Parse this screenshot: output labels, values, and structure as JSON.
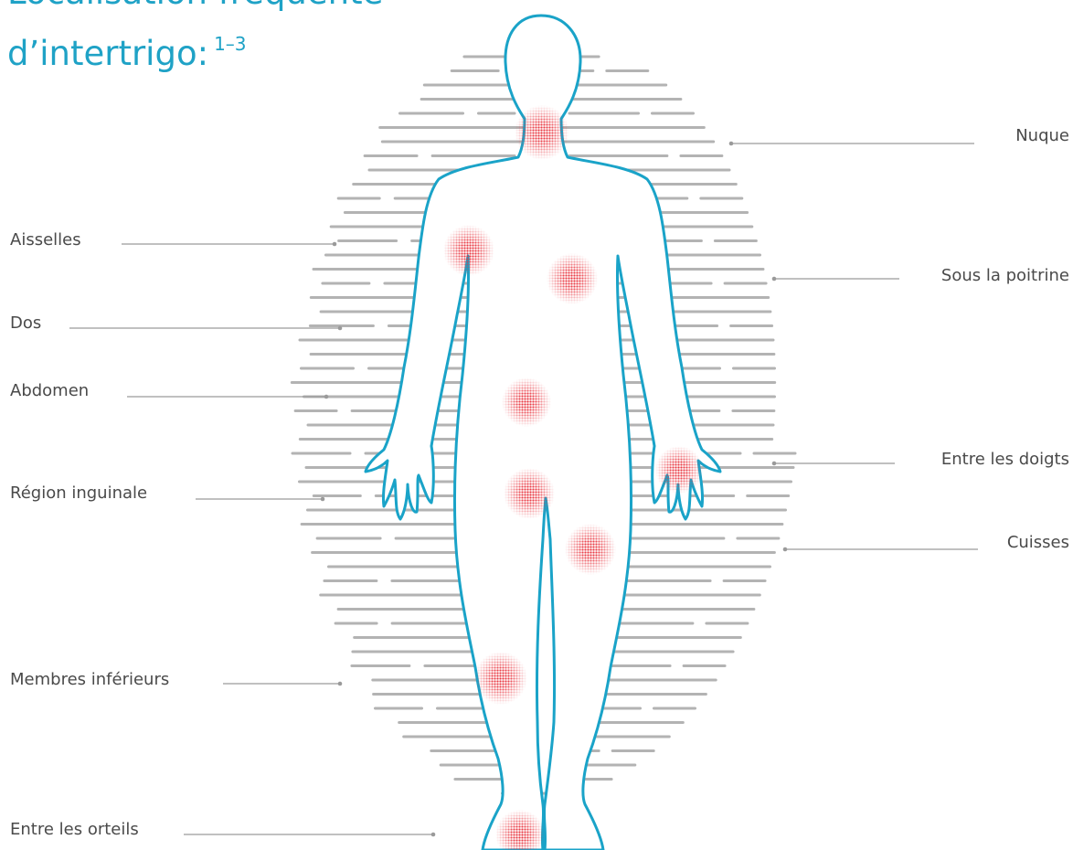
{
  "title": {
    "line1": "Localisation fréquente",
    "line2": "d’intertrigo:",
    "references": "1–3"
  },
  "colors": {
    "title": "#1fa2c6",
    "body_outline": "#1aa3c8",
    "hotspot": "#e8323c",
    "stripes": "#b3b3b3",
    "leader_lines": "#9a9a9a",
    "label_text": "#4a4a4a"
  },
  "labels": {
    "left": [
      "Aisselles",
      "Dos",
      "Abdomen",
      "Région inguinale",
      "Membres inférieurs",
      "Entre les orteils"
    ],
    "right": [
      "Nuque",
      "Sous la poitrine",
      "Entre les doigts",
      "Cuisses"
    ]
  }
}
